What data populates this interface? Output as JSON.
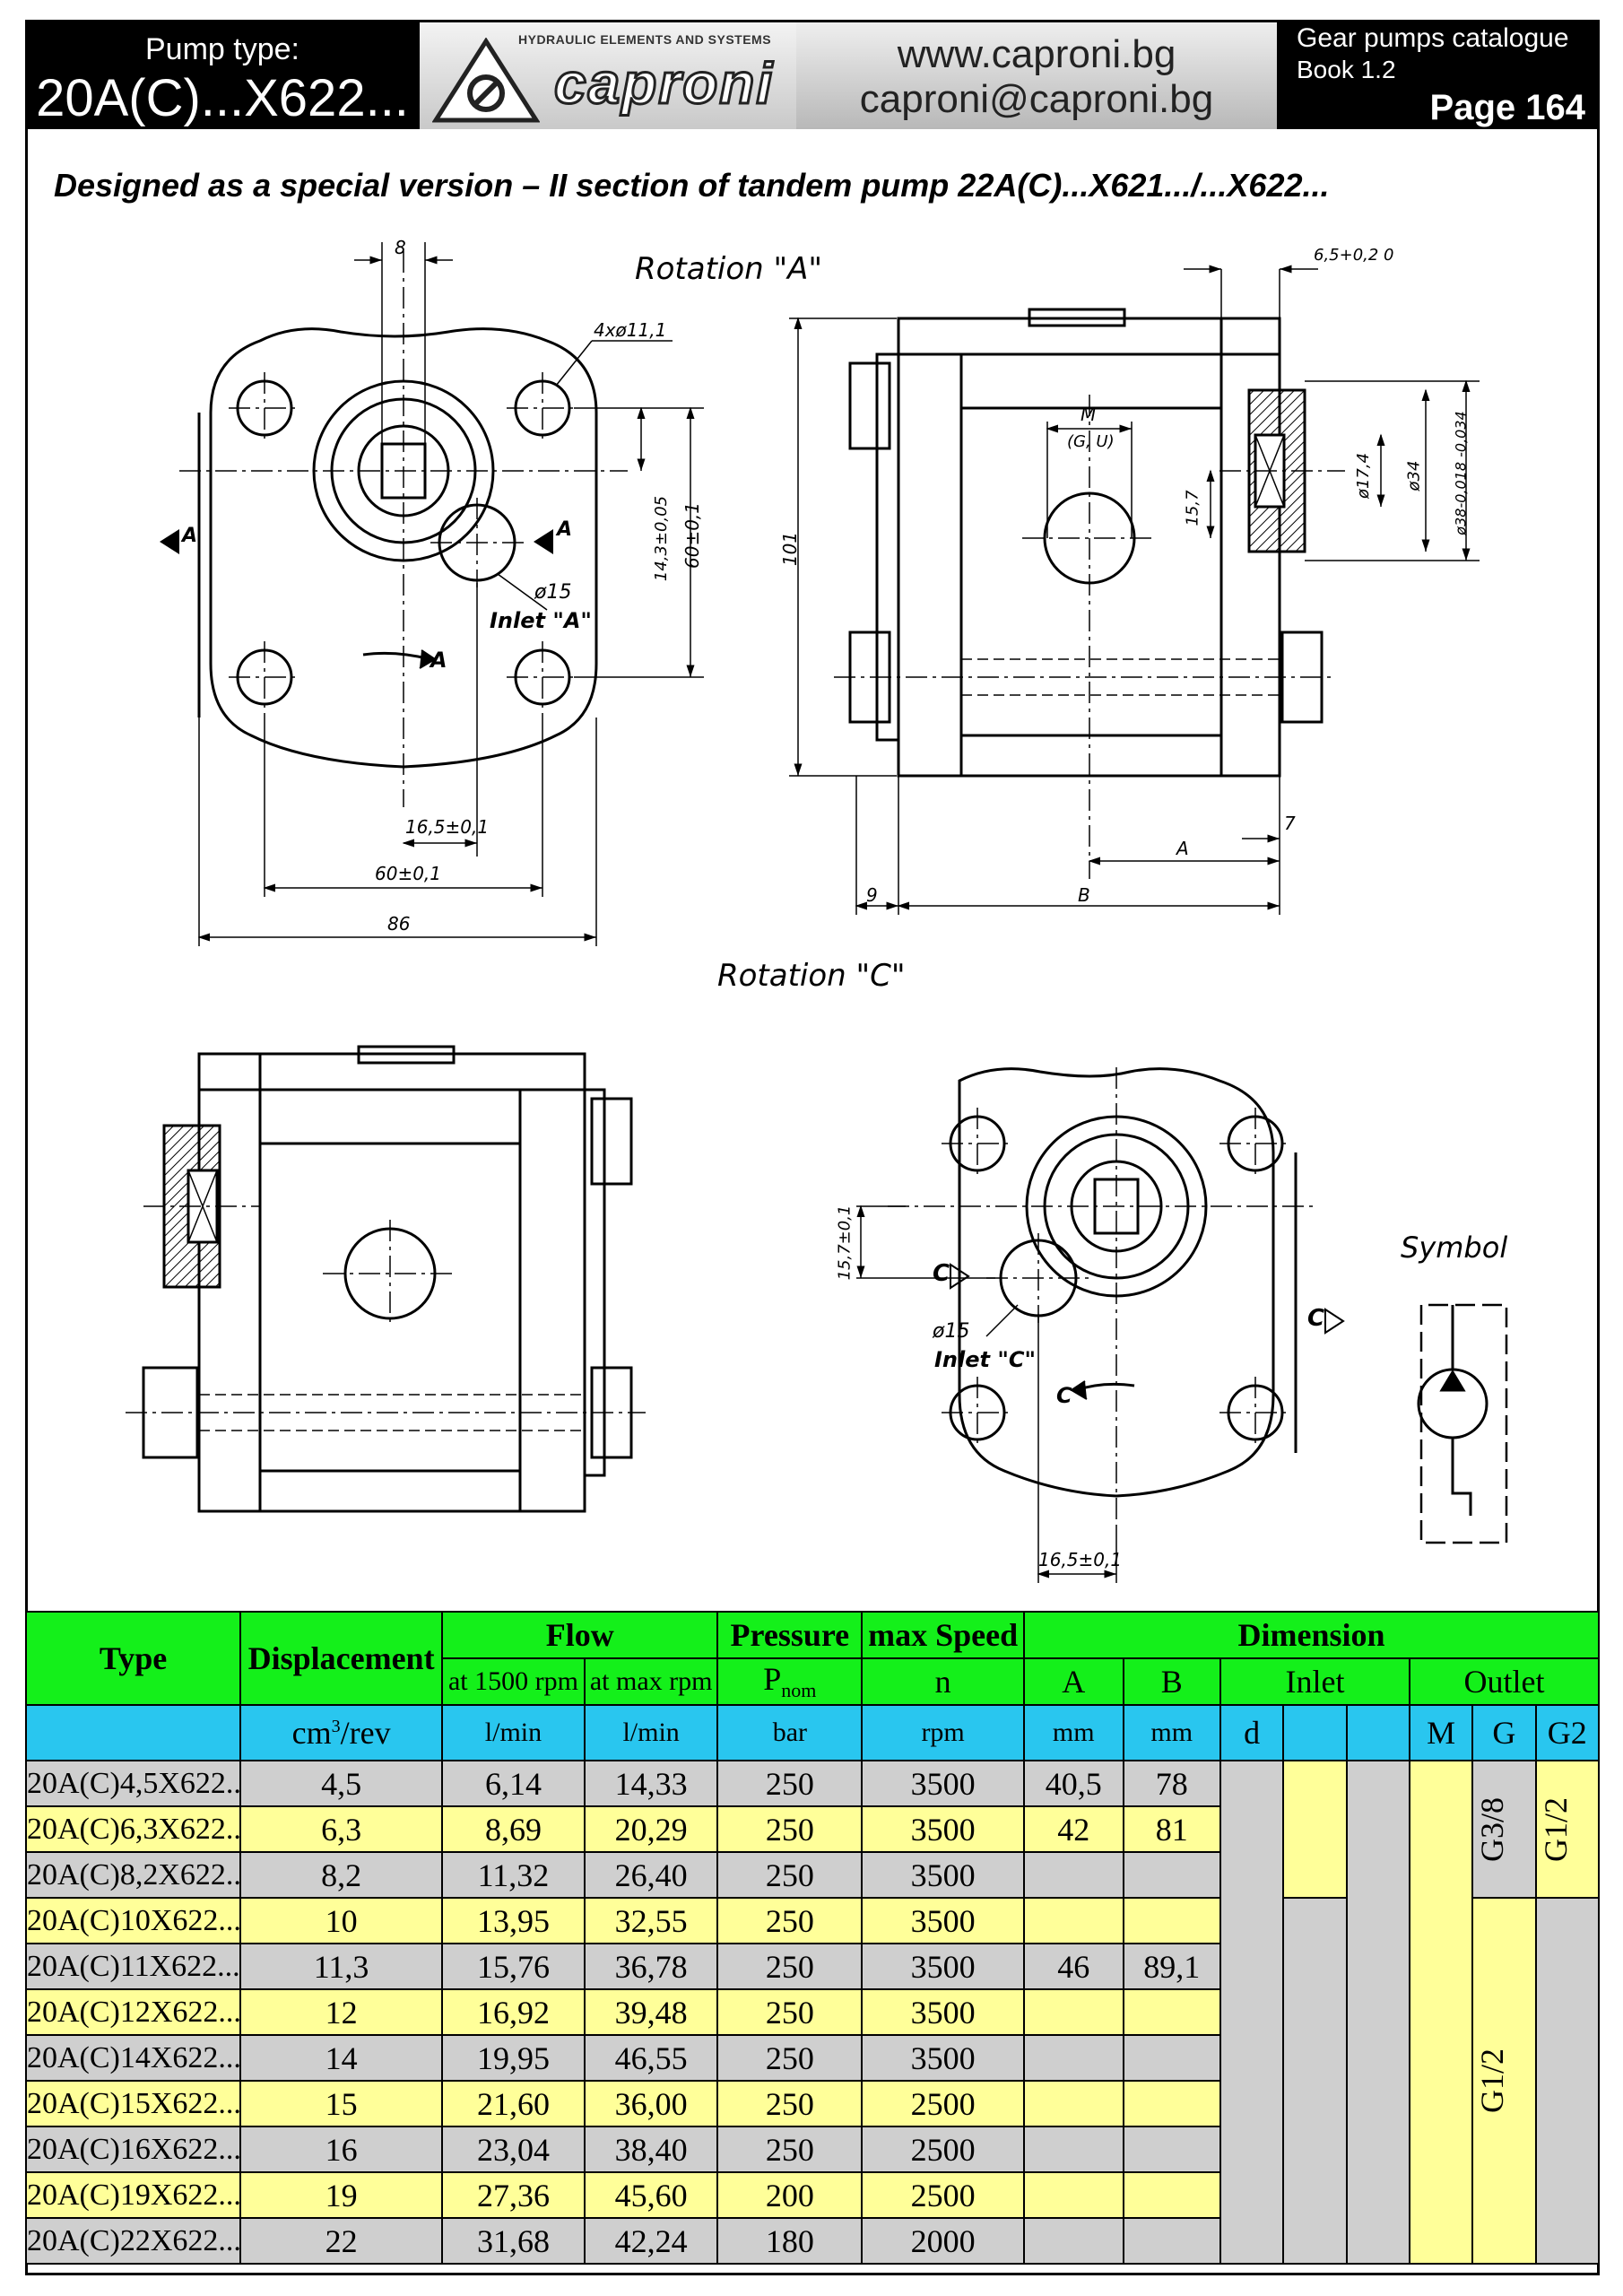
{
  "header": {
    "pump_type_label": "Pump type:",
    "pump_type_value": "20A(C)...X622...",
    "logo_tagline": "HYDRAULIC ELEMENTS AND SYSTEMS",
    "logo_brand": "caproni",
    "website": "www.caproni.bg",
    "email": "caproni@caproni.bg",
    "catalogue": "Gear pumps catalogue",
    "book": "Book 1.2",
    "page": "Page 164"
  },
  "subtitle": "Designed as a special version – II section of tandem pump 22A(C)...X621.../...X622...",
  "drawing": {
    "rotation_a": "Rotation \"A\"",
    "rotation_c": "Rotation \"C\"",
    "symbol": "Symbol",
    "dims_front_a": {
      "d8": "8",
      "holes": "4xø11,1",
      "d14": "14,3±0,05",
      "d60v": "60±0,1",
      "d15": "ø15",
      "inlet": "Inlet \"A\"",
      "d165": "16,5±0,1",
      "d60h": "60±0,1",
      "d86": "86",
      "section": "A"
    },
    "dims_side_a": {
      "d65": "6,5+0,2 0",
      "d101": "101",
      "port": "M",
      "port_sub": "(G, U)",
      "d157": "15,7",
      "d174": "ø17,4",
      "d34": "ø34",
      "d38": "ø38-0,018 -0,034",
      "d7": "7",
      "dA": "A",
      "d9": "9",
      "dB": "B"
    },
    "dims_front_c": {
      "d157": "15,7±0,1",
      "d15": "ø15",
      "inlet": "Inlet \"C\"",
      "d165": "16,5±0,1",
      "section": "C"
    }
  },
  "table": {
    "headers": {
      "type": "Type",
      "displacement": "Displacement",
      "flow": "Flow",
      "pressure": "Pressure",
      "max_speed": "max Speed",
      "dimension": "Dimension",
      "flow_1500": "at 1500 rpm",
      "flow_max": "at max rpm",
      "p_nom": "P",
      "p_nom_sub": "nom",
      "n": "n",
      "A": "A",
      "B": "B",
      "inlet": "Inlet",
      "outlet": "Outlet"
    },
    "units": {
      "displacement": "cm",
      "displacement_sup": "3",
      "displacement_rest": "/rev",
      "flow_1500": "l/min",
      "flow_max": "l/min",
      "pressure": "bar",
      "speed": "rpm",
      "A": "mm",
      "B": "mm",
      "d": "d",
      "M": "M",
      "G": "G",
      "G2": "G2"
    },
    "rows": [
      {
        "type": "20A(C)4,5X622...",
        "disp": "4,5",
        "q1500": "6,14",
        "qmax": "14,33",
        "p": "250",
        "n": "3500",
        "A": "40,5",
        "B": "78"
      },
      {
        "type": "20A(C)6,3X622...",
        "disp": "6,3",
        "q1500": "8,69",
        "qmax": "20,29",
        "p": "250",
        "n": "3500",
        "A": "42",
        "B": "81"
      },
      {
        "type": "20A(C)8,2X622...",
        "disp": "8,2",
        "q1500": "11,32",
        "qmax": "26,40",
        "p": "250",
        "n": "3500",
        "A": "",
        "B": ""
      },
      {
        "type": "20A(C)10X622...",
        "disp": "10",
        "q1500": "13,95",
        "qmax": "32,55",
        "p": "250",
        "n": "3500",
        "A": "",
        "B": ""
      },
      {
        "type": "20A(C)11X622...",
        "disp": "11,3",
        "q1500": "15,76",
        "qmax": "36,78",
        "p": "250",
        "n": "3500",
        "A": "46",
        "B": "89,1"
      },
      {
        "type": "20A(C)12X622...",
        "disp": "12",
        "q1500": "16,92",
        "qmax": "39,48",
        "p": "250",
        "n": "3500",
        "A": "",
        "B": ""
      },
      {
        "type": "20A(C)14X622...",
        "disp": "14",
        "q1500": "19,95",
        "qmax": "46,55",
        "p": "250",
        "n": "3500",
        "A": "",
        "B": ""
      },
      {
        "type": "20A(C)15X622...",
        "disp": "15",
        "q1500": "21,60",
        "qmax": "36,00",
        "p": "250",
        "n": "2500",
        "A": "",
        "B": ""
      },
      {
        "type": "20A(C)16X622...",
        "disp": "16",
        "q1500": "23,04",
        "qmax": "38,40",
        "p": "250",
        "n": "2500",
        "A": "",
        "B": ""
      },
      {
        "type": "20A(C)19X622...",
        "disp": "19",
        "q1500": "27,36",
        "qmax": "45,60",
        "p": "200",
        "n": "2500",
        "A": "",
        "B": ""
      },
      {
        "type": "20A(C)22X622...",
        "disp": "22",
        "q1500": "31,68",
        "qmax": "42,24",
        "p": "180",
        "n": "2000",
        "A": "",
        "B": ""
      }
    ],
    "outlet_g_small": "G3/8",
    "outlet_g2_small": "G1/2",
    "outlet_g_large": "G1/2"
  },
  "colors": {
    "header_green": "#14f01a",
    "units_blue": "#29c6ef",
    "row_grey": "#cfcfcf",
    "row_yellow": "#ffff99"
  }
}
